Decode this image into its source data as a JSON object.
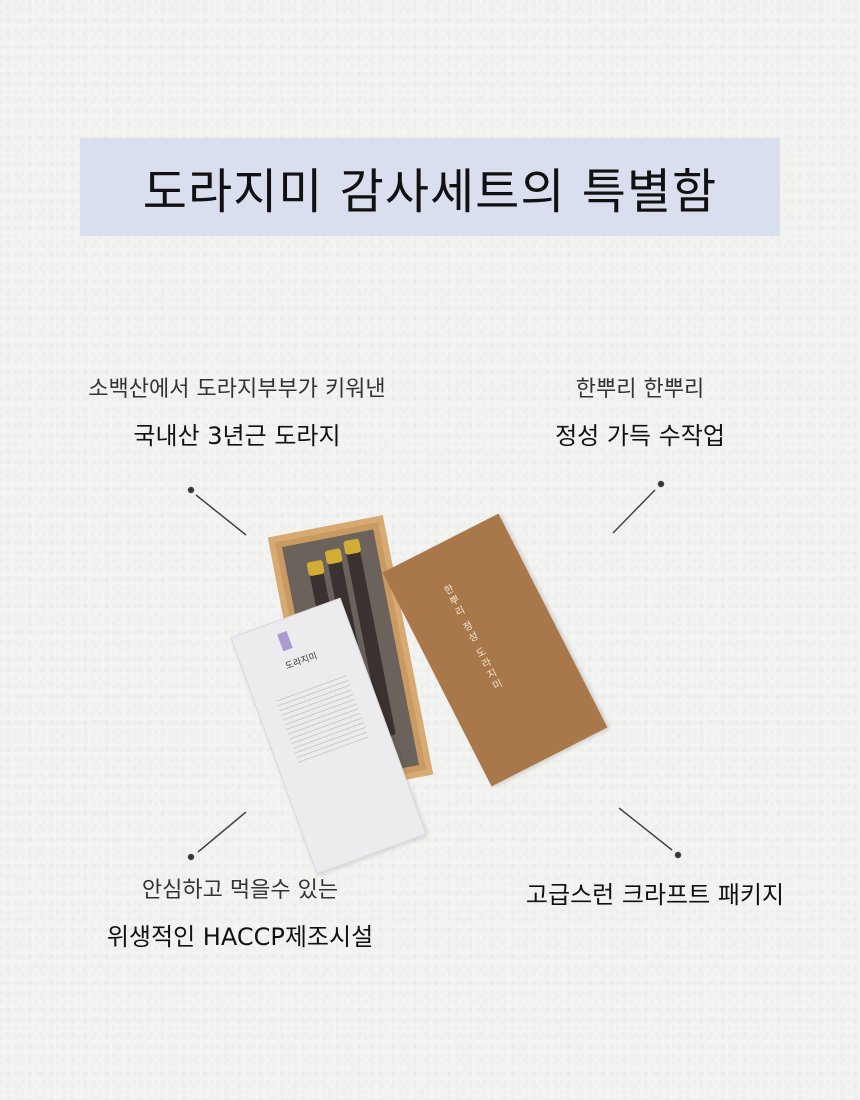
{
  "title": "도라지미 감사세트의 특별함",
  "features": [
    {
      "line1": "소백산에서 도라지부부가 키워낸",
      "line2": "국내산 3년근 도라지"
    },
    {
      "line1": "한뿌리 한뿌리",
      "line2": "정성 가득 수작업"
    },
    {
      "line1": "안심하고 먹을수 있는",
      "line2": "위생적인 HACCP제조시설"
    },
    {
      "line1": "",
      "line2": "고급스런 크라프트 패키지"
    }
  ],
  "product": {
    "card_name": "도라지미",
    "box_text": "한뿌리 정성 도라지미"
  },
  "colors": {
    "title_bg": "#dadff0",
    "kraft": "#a9784a",
    "background": "#f3f3f1"
  }
}
